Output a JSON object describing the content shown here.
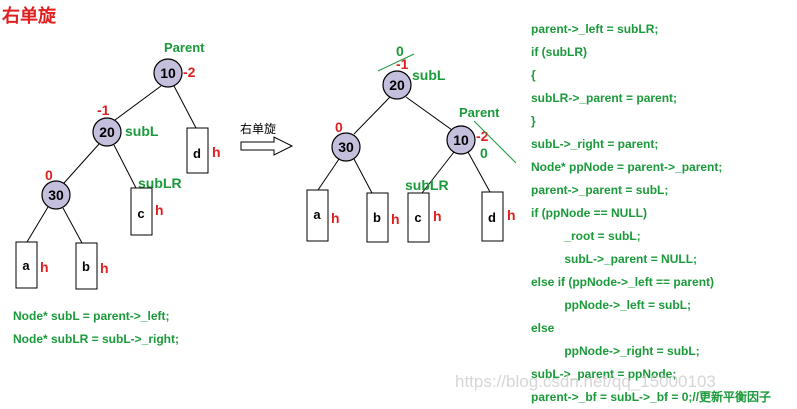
{
  "title": "右单旋",
  "left_tree": {
    "nodes": {
      "parent": "10",
      "subl": "20",
      "a": "30"
    },
    "labels": {
      "parent": "Parent",
      "subl": "subL",
      "sublr": "subLR"
    },
    "balance": {
      "parent": "-2",
      "subl": "-1",
      "a": "0"
    },
    "boxes": {
      "a": "a",
      "b": "b",
      "c": "c",
      "d": "d"
    },
    "heights": {
      "a": "h",
      "b": "h",
      "c": "h",
      "d": "h"
    }
  },
  "arrow_label": "右单旋",
  "right_tree": {
    "nodes": {
      "subl": "20",
      "left": "30",
      "parent": "10"
    },
    "labels": {
      "subl": "subL",
      "parent": "Parent",
      "sublr": "subLR"
    },
    "balance": {
      "subl_new": "0",
      "subl_old": "-1",
      "left": "0",
      "parent_old": "-2",
      "parent_new": "0"
    },
    "boxes": {
      "a": "a",
      "b": "b",
      "c": "c",
      "d": "d"
    },
    "heights": {
      "a": "h",
      "b": "h",
      "c": "h",
      "d": "h"
    }
  },
  "declarations": [
    "Node* subL = parent->_left;",
    "Node* subLR = subL->_right;"
  ],
  "code": [
    "parent->_left = subLR;",
    "if (subLR)",
    "{",
    "subLR->_parent = parent;",
    "}",
    "subL->_right = parent;",
    "Node* ppNode = parent->_parent;",
    "parent->_parent = subL;",
    "if (ppNode == NULL)",
    "          _root = subL;",
    "          subL->_parent = NULL;",
    "else if (ppNode->_left == parent)",
    "          ppNode->_left = subL;",
    "else",
    "          ppNode->_right = subL;",
    "subL->_parent = ppNode;",
    "parent->_bf = subL->_bf = 0;//更新平衡因子"
  ],
  "watermark": "https://blog.csdn.net/qq_15000103",
  "colors": {
    "node_fill": "#c3bfdc",
    "green": "#1a9a3a",
    "red": "#e02020"
  }
}
